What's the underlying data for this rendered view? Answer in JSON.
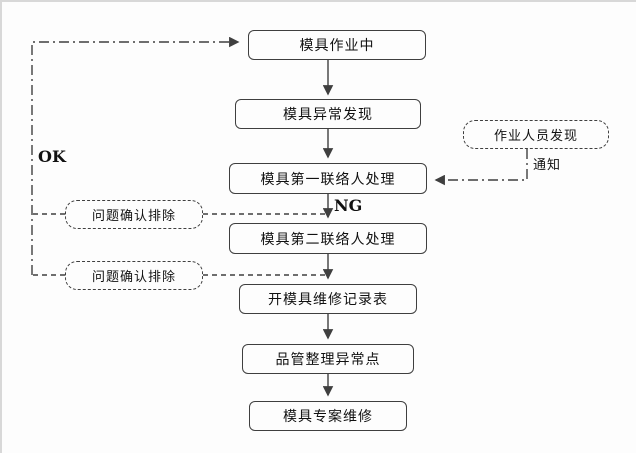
{
  "diagram": {
    "main_flow": [
      {
        "label": "模具作业中"
      },
      {
        "label": "模具异常发现"
      },
      {
        "label": "模具第一联络人处理"
      },
      {
        "label": "模具第二联络人处理"
      },
      {
        "label": "开模具维修记录表"
      },
      {
        "label": "品管整理异常点"
      },
      {
        "label": "模具专案维修"
      }
    ],
    "side_nodes": {
      "operator": {
        "label": "作业人员发现"
      },
      "resolve_top": {
        "label": "问题确认排除"
      },
      "resolve_bottom": {
        "label": "问题确认排除"
      }
    },
    "edge_labels": {
      "ok": "OK",
      "ng": "NG",
      "notify": "通知"
    },
    "colors": {
      "line": "#3f3f3f",
      "text": "#111111",
      "background": "#fdfdfd"
    }
  }
}
